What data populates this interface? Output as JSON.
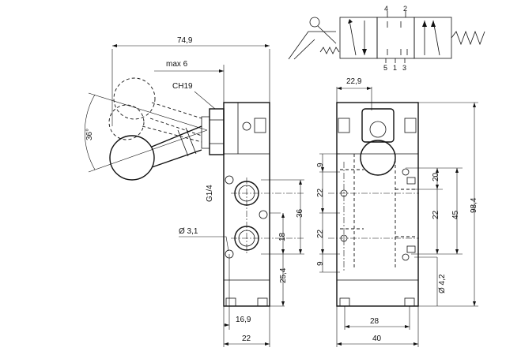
{
  "dimensions": {
    "overall_width": "74,9",
    "max_offset": "max 6",
    "hex_size": "CH19",
    "lever_angle": "36°",
    "port_thread": "G1/4",
    "mount_hole": "Ø 3,1",
    "port_spacing": "36",
    "lower_port": "18",
    "base_height": "25,4",
    "left_hole_offset": "16,9",
    "left_width": "22",
    "top_width": "22,9",
    "dim_9_top": "9",
    "dim_22_a": "22",
    "dim_22_b": "22",
    "dim_9_bottom": "9",
    "dim_20": "20",
    "dim_22_right": "22",
    "dim_45": "45",
    "total_height": "98,4",
    "bottom_hole": "Ø 4,2",
    "hole_spacing": "28",
    "right_width": "40"
  },
  "symbol": {
    "port_4": "4",
    "port_2": "2",
    "port_5": "5",
    "port_1": "1",
    "port_3": "3"
  }
}
